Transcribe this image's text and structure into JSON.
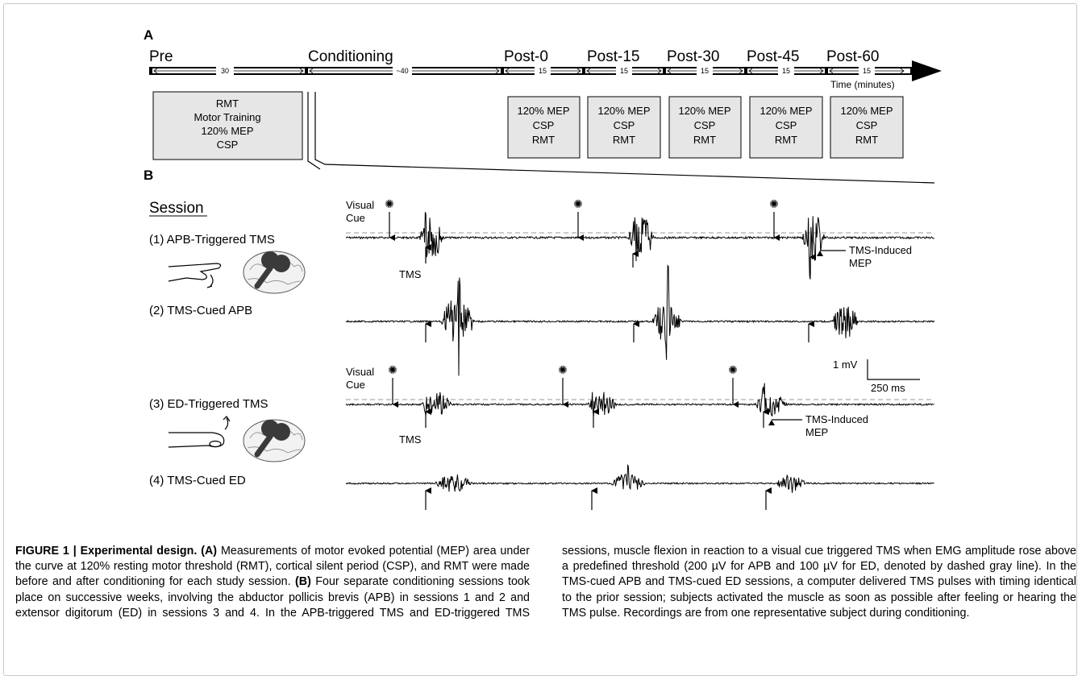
{
  "panel_a": {
    "label": "A",
    "phases": [
      {
        "name": "Pre",
        "duration": "30"
      },
      {
        "name": "Conditioning",
        "duration": "~40"
      },
      {
        "name": "Post-0",
        "duration": "15"
      },
      {
        "name": "Post-15",
        "duration": "15"
      },
      {
        "name": "Post-30",
        "duration": "15"
      },
      {
        "name": "Post-45",
        "duration": "15"
      },
      {
        "name": "Post-60",
        "duration": "15"
      }
    ],
    "time_label": "Time (minutes)",
    "pre_box": [
      "RMT",
      "Motor Training",
      "120% MEP",
      "CSP"
    ],
    "post_box": [
      "120% MEP",
      "CSP",
      "RMT"
    ]
  },
  "panel_b": {
    "label": "B",
    "session_header": "Session",
    "sessions": [
      {
        "label": "(1) APB-Triggered TMS"
      },
      {
        "label": "(2) TMS-Cued APB"
      },
      {
        "label": "(3) ED-Triggered TMS"
      },
      {
        "label": "(4) TMS-Cued ED"
      }
    ],
    "visual_cue": [
      "Visual",
      "Cue"
    ],
    "tms_label": "TMS",
    "mep_label": [
      "TMS-Induced",
      "MEP"
    ],
    "scale_v": "1 mV",
    "scale_t": "250 ms"
  },
  "caption": {
    "label": "FIGURE 1 | Experimental design.",
    "a_tag": "(A)",
    "a_text": " Measurements of motor evoked potential (MEP) area under the curve at 120% resting motor threshold (RMT), cortical silent period (CSP), and RMT were made before and after conditioning for each study session. ",
    "b_tag": "(B)",
    "b_text": " Four separate conditioning sessions took place on successive weeks, involving the abductor pollicis brevis (APB) in sessions 1 and 2 and extensor digitorum (ED) in sessions 3 and 4. In the APB-triggered TMS and ED-triggered TMS sessions, muscle flexion in reaction to a visual cue triggered TMS when EMG amplitude rose above a predefined threshold (200 µV for APB and 100 µV for ED, denoted by dashed gray line). In the TMS-cued APB and TMS-cued ED sessions, a computer delivered TMS pulses with timing identical to the prior session; subjects activated the muscle as soon as possible after feeling or hearing the TMS pulse. Recordings are from one representative subject during conditioning."
  }
}
